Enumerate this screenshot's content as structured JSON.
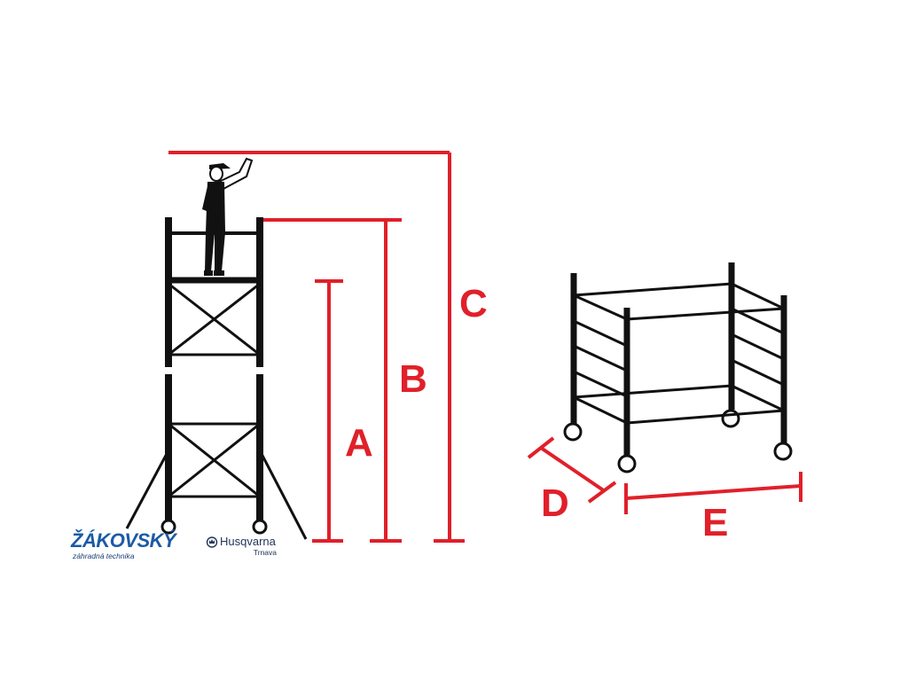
{
  "dimensions": {
    "a": "A",
    "b": "B",
    "c": "C",
    "d": "D",
    "e": "E"
  },
  "logos": {
    "zakovsky": {
      "name": "ŽÁKOVSKÝ",
      "tagline": "záhradná technika"
    },
    "husqvarna": {
      "name": "Husqvarna",
      "location": "Trnava"
    }
  },
  "colors": {
    "dimension": "#e0202a",
    "frame": "#111111",
    "zakovsky_brand": "#1c5aa6",
    "husqvarna_brand": "#24345a"
  },
  "icons": [
    "worker-figure",
    "husqvarna-crown-icon"
  ]
}
